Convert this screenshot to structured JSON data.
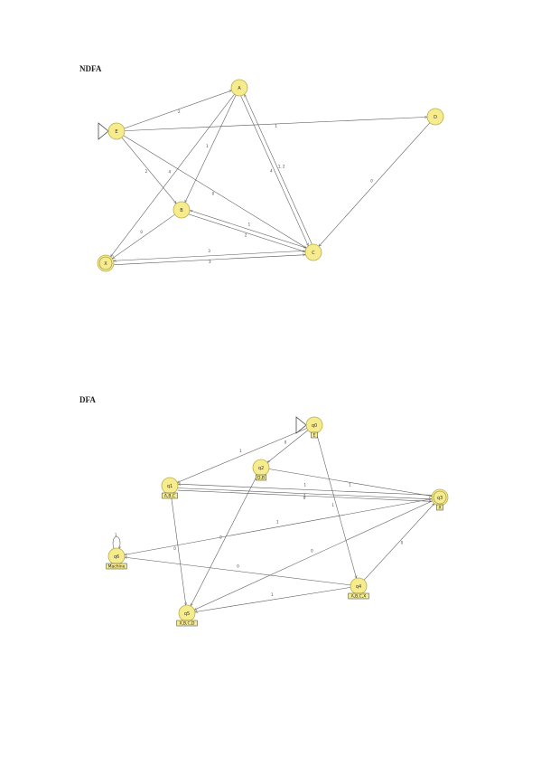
{
  "ndfa": {
    "title": "NDFA",
    "nodes": [
      {
        "id": "E",
        "label": "E",
        "start": true,
        "final": false
      },
      {
        "id": "A",
        "label": "A",
        "start": false,
        "final": false
      },
      {
        "id": "D",
        "label": "D",
        "start": false,
        "final": false
      },
      {
        "id": "B",
        "label": "B",
        "start": false,
        "final": false
      },
      {
        "id": "X",
        "label": "X",
        "start": false,
        "final": true
      },
      {
        "id": "C",
        "label": "C",
        "start": false,
        "final": false
      }
    ],
    "edges": [
      {
        "from": "E",
        "to": "A",
        "label": "2"
      },
      {
        "from": "E",
        "to": "D",
        "label": "1"
      },
      {
        "from": "E",
        "to": "B",
        "label": "2"
      },
      {
        "from": "E",
        "to": "C",
        "label": "0"
      },
      {
        "from": "A",
        "to": "B",
        "label": "1"
      },
      {
        "from": "A",
        "to": "X",
        "label": "4"
      },
      {
        "from": "A",
        "to": "C",
        "label": "4"
      },
      {
        "from": "C",
        "to": "A",
        "label": "1, 2"
      },
      {
        "from": "D",
        "to": "C",
        "label": "0"
      },
      {
        "from": "B",
        "to": "X",
        "label": "0"
      },
      {
        "from": "B",
        "to": "C",
        "label": "2"
      },
      {
        "from": "C",
        "to": "B",
        "label": "1"
      },
      {
        "from": "C",
        "to": "X",
        "label": "3"
      },
      {
        "from": "X",
        "to": "C",
        "label": "3"
      }
    ]
  },
  "dfa": {
    "title": "DFA",
    "nodes": [
      {
        "id": "q0",
        "label": "q0",
        "set": "E",
        "start": true,
        "final": false
      },
      {
        "id": "q1",
        "label": "q1",
        "set": "A,B,C",
        "start": false,
        "final": false
      },
      {
        "id": "q2",
        "label": "q2",
        "set": "D,B",
        "start": false,
        "final": false
      },
      {
        "id": "q3",
        "label": "q3",
        "set": "X",
        "start": false,
        "final": true
      },
      {
        "id": "q4",
        "label": "q4",
        "set": "A,B,C,X",
        "start": false,
        "final": false
      },
      {
        "id": "q5",
        "label": "q5",
        "set": "X,B,C,D",
        "start": false,
        "final": false
      },
      {
        "id": "q6",
        "label": "q6",
        "set": "Machine",
        "start": false,
        "final": false
      }
    ],
    "edges": [
      {
        "from": "q0",
        "to": "q1",
        "label": "1"
      },
      {
        "from": "q0",
        "to": "q2",
        "label": "0"
      },
      {
        "from": "q0",
        "to": "q4",
        "label": "1"
      },
      {
        "from": "q1",
        "to": "q3",
        "label": "1"
      },
      {
        "from": "q1",
        "to": "q3",
        "label": "0"
      },
      {
        "from": "q1",
        "to": "q5",
        "label": "0"
      },
      {
        "from": "q2",
        "to": "q3",
        "label": "1"
      },
      {
        "from": "q2",
        "to": "q5",
        "label": "0"
      },
      {
        "from": "q3",
        "to": "q1",
        "label": "1"
      },
      {
        "from": "q3",
        "to": "q6",
        "label": "1"
      },
      {
        "from": "q3",
        "to": "q5",
        "label": "0"
      },
      {
        "from": "q4",
        "to": "q3",
        "label": "0"
      },
      {
        "from": "q4",
        "to": "q5",
        "label": "1"
      },
      {
        "from": "q4",
        "to": "q6",
        "label": "0"
      },
      {
        "from": "q6",
        "to": "q6",
        "label": "1"
      }
    ]
  },
  "colors": {
    "node_fill": "#f6ec8e",
    "node_stroke": "#b8ad4a",
    "edge": "#555555"
  }
}
